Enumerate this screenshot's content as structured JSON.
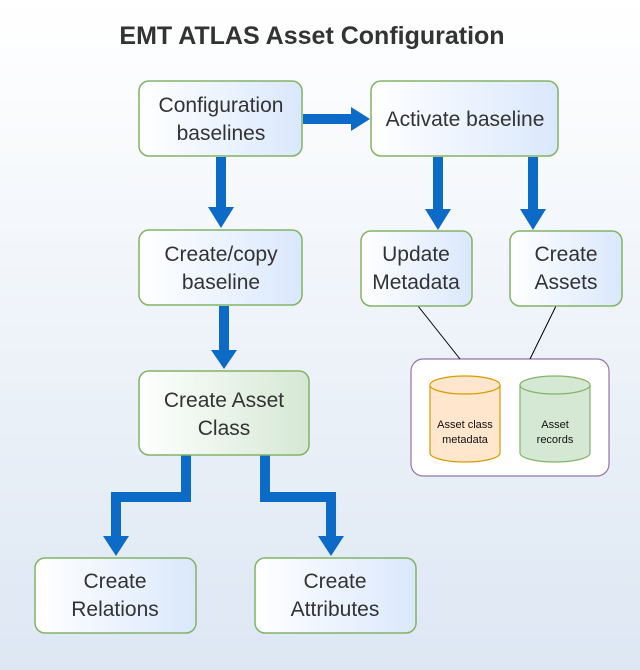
{
  "title": "EMT ATLAS Asset Configuration",
  "colors": {
    "node_border": "#82b366",
    "node_fill_start": "#ffffff",
    "node_fill_end": "#dae8fc",
    "node_fill_highlight": "#d5e8d4",
    "arrow": "#0d6bc8",
    "group_border": "#9673a6",
    "db_orange_fill": "#ffe6cc",
    "db_orange_border": "#d79b00",
    "db_green_fill": "#d5e8d4",
    "db_green_border": "#82b366"
  },
  "nodes": {
    "config_baselines": {
      "line1": "Configuration",
      "line2": "baselines"
    },
    "activate_baseline": {
      "line1": "Activate baseline"
    },
    "create_copy_baseline": {
      "line1": "Create/copy",
      "line2": "baseline"
    },
    "update_metadata": {
      "line1": "Update",
      "line2": "Metadata"
    },
    "create_assets": {
      "line1": "Create",
      "line2": "Assets"
    },
    "create_asset_class": {
      "line1": "Create Asset",
      "line2": "Class"
    },
    "create_relations": {
      "line1": "Create",
      "line2": "Relations"
    },
    "create_attributes": {
      "line1": "Create",
      "line2": "Attributes"
    }
  },
  "databases": {
    "asset_class_metadata": {
      "line1": "Asset class",
      "line2": "metadata"
    },
    "asset_records": {
      "line1": "Asset",
      "line2": "records"
    }
  }
}
